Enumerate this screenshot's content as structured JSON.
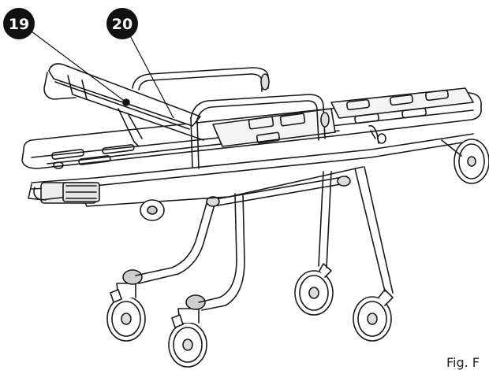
{
  "callouts": [
    {
      "id": "19",
      "label": "19"
    },
    {
      "id": "20",
      "label": "20"
    }
  ],
  "caption": "Fig. F",
  "colors": {
    "line": "#1a1a1a",
    "fill": "#ffffff",
    "callout": "#111111",
    "shade": "#e6e6e6"
  }
}
